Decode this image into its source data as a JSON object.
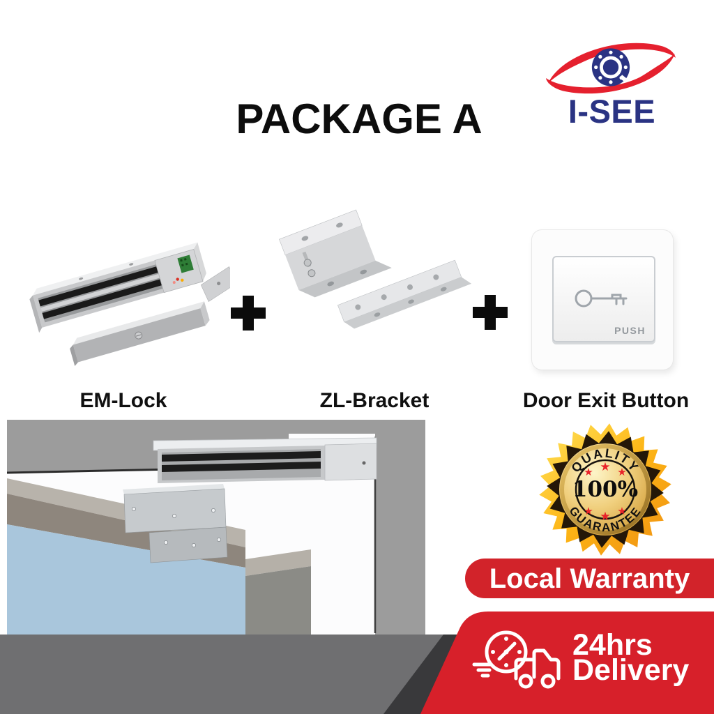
{
  "page": {
    "title": "PACKAGE A",
    "background": "#ffffff"
  },
  "brand": {
    "name": "I-SEE",
    "logo_icon": "eye-swoosh-camera-lens",
    "red": "#e5202e",
    "navy": "#2a3383"
  },
  "package": {
    "separator": "+",
    "items": [
      {
        "label": "EM-Lock"
      },
      {
        "label": "ZL-Bracket"
      },
      {
        "label": "Door Exit Button",
        "button_text": "PUSH"
      }
    ]
  },
  "badge": {
    "arc_top": "QUALITY",
    "value": "100%",
    "arc_bottom": "GUARANTEE",
    "star_glyph": "★",
    "gold": "#f2a51c",
    "dark_star": "#241708",
    "star_red": "#e8232a"
  },
  "banners": {
    "warranty": {
      "text": "Local Warranty",
      "bg": "#d2232a"
    },
    "delivery": {
      "line1": "24hrs",
      "line2": "Delivery",
      "bg": "#d7202a",
      "icon": "delivery-truck-clock"
    }
  },
  "icons": {
    "plus": "+",
    "star": "★",
    "key": "key-outline",
    "truck": "delivery-truck",
    "clock": "clock-face"
  }
}
